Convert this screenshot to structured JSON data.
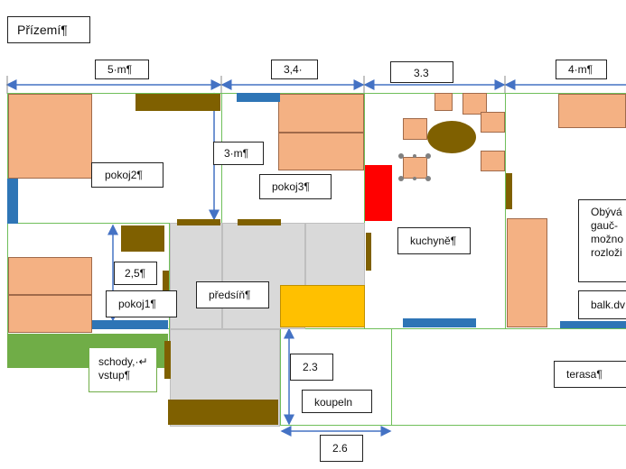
{
  "title": "Přízemí¶",
  "dimensions": {
    "top_1": "5·m¶",
    "top_2": "3,4·",
    "top_3": "3.3",
    "top_4": "4·m¶",
    "vertical_pokoj2": "3·m¶",
    "vertical_pokoj1": "2,5¶",
    "vertical_koupelna": "2.3",
    "bottom_koupelna": "2.6"
  },
  "rooms": {
    "pokoj2": "pokoj2¶",
    "pokoj3": "pokoj3¶",
    "pokoj1": "pokoj1¶",
    "predsin": "předsíň¶",
    "kuchyne": "kuchyně¶",
    "obyvak": "Obývá\ngauč-\nmožno\nrozloži",
    "balkon": "balk.dv",
    "schody": "schody,·↵\nvstup¶",
    "terasa": "terasa¶",
    "koupelna": "koupeln"
  },
  "colors": {
    "wall": "#6fbf5a",
    "furniture": "#f4b183",
    "wardrobe": "#7f6000",
    "window": "#2e75b6",
    "stove": "#ff0000",
    "bath": "#ffc000",
    "stairs": "#70ad47",
    "hall_floor": "#d9d9d9",
    "dimension_line": "#4472c4"
  }
}
